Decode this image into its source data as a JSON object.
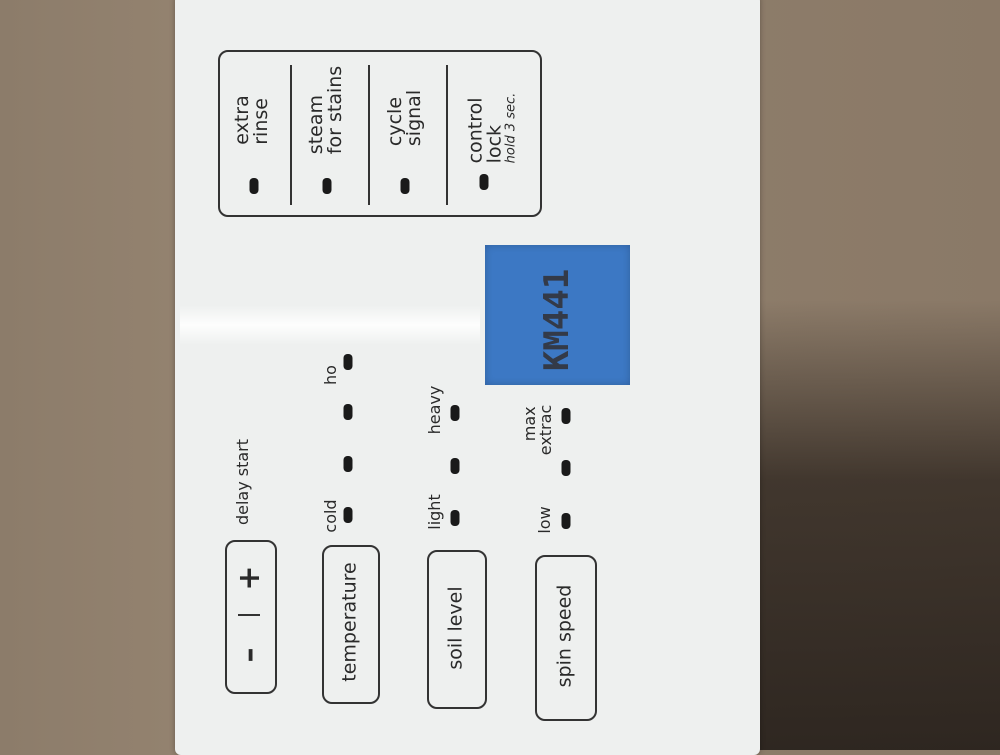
{
  "options": [
    {
      "label": "extra\nrinse",
      "line1": "extra",
      "line2": "rinse"
    },
    {
      "label": "steam for stains",
      "line1": "steam",
      "line2": "for stains"
    },
    {
      "label": "cycle signal",
      "line1": "cycle",
      "line2": "signal"
    },
    {
      "label": "control lock",
      "line1": "control",
      "line2": "lock",
      "note": "hold 3 sec."
    }
  ],
  "delay": {
    "label": "delay start",
    "minus": "–",
    "plus": "+"
  },
  "temperature": {
    "button": "temperature",
    "low": "cold",
    "high": "ho"
  },
  "soil": {
    "button": "soil level",
    "low": "light",
    "high": "heavy"
  },
  "spin": {
    "button": "spin speed",
    "low": "low",
    "high_line1": "max",
    "high_line2": "extrac"
  },
  "tape": {
    "handwriting": "KM441",
    "color": "#3c78c4"
  }
}
